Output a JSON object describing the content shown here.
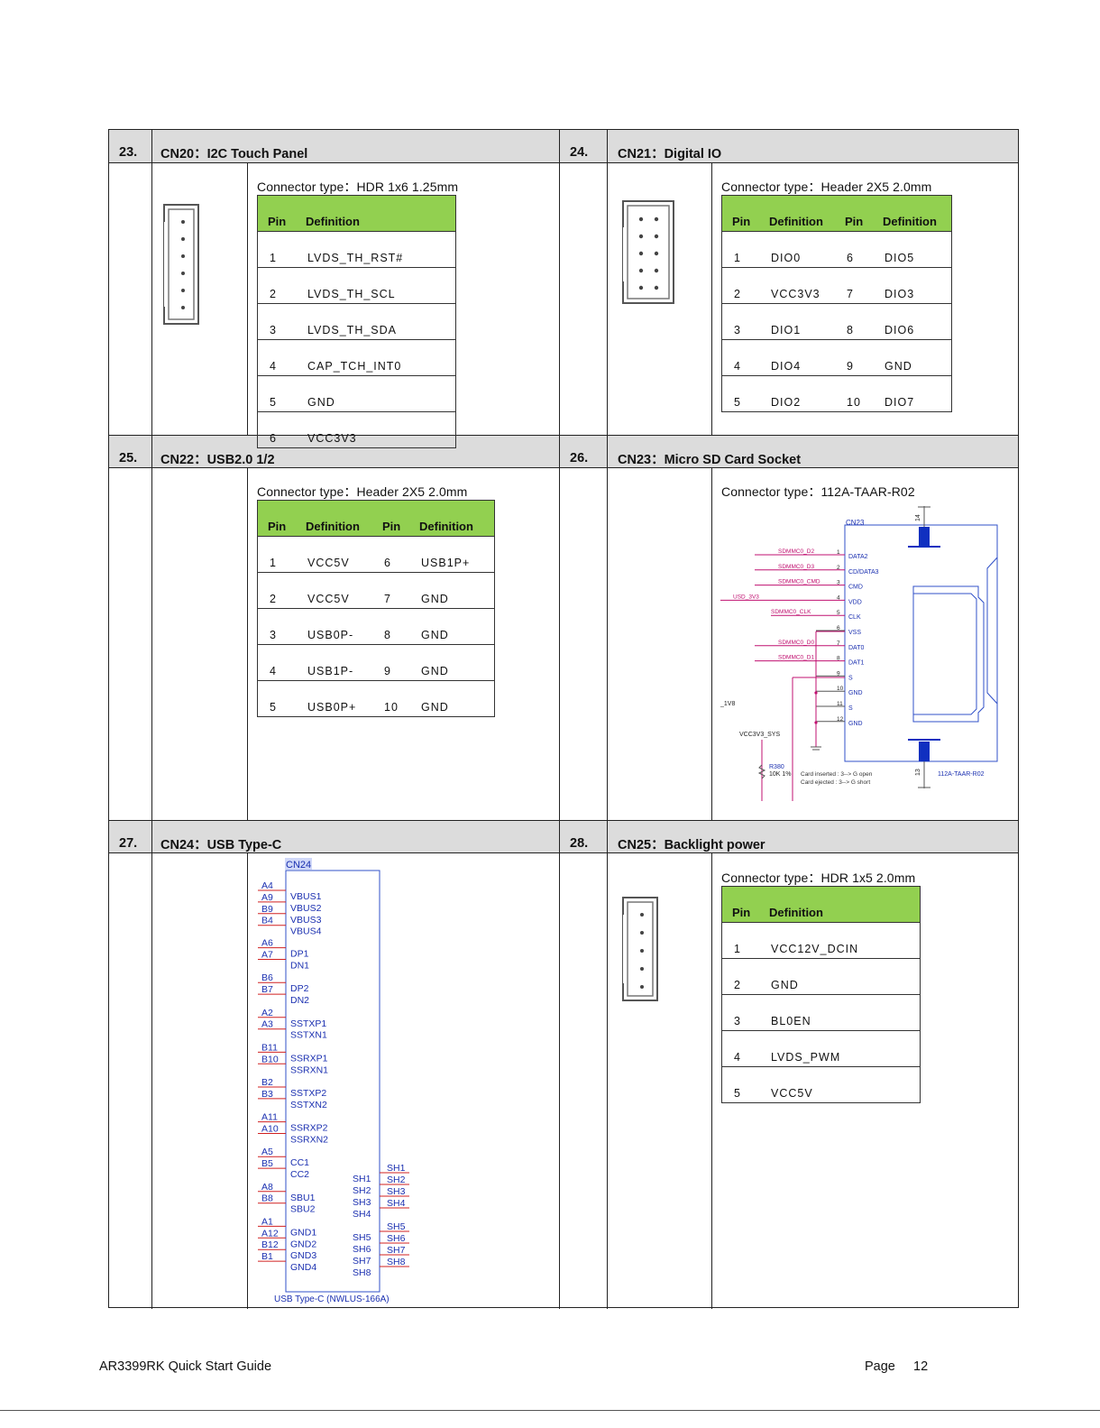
{
  "sections": [
    {
      "num": "23.",
      "title": "CN20：I2C Touch Panel",
      "connector": "Connector type：HDR 1x6 1.25mm",
      "headers": [
        "Pin",
        "Definition"
      ],
      "rows": [
        [
          "1",
          "LVDS_TH_RST#"
        ],
        [
          "2",
          "LVDS_TH_SCL"
        ],
        [
          "3",
          "LVDS_TH_SDA"
        ],
        [
          "4",
          "CAP_TCH_INT0"
        ],
        [
          "5",
          "GND"
        ],
        [
          "6",
          "VCC3V3"
        ]
      ]
    },
    {
      "num": "24.",
      "title": "CN21：Digital IO",
      "connector": "Connector type：Header 2X5 2.0mm",
      "headers": [
        "Pin",
        "Definition",
        "Pin",
        "Definition"
      ],
      "rows": [
        [
          "1",
          "DIO0",
          "6",
          "DIO5"
        ],
        [
          "2",
          "VCC3V3",
          "7",
          "DIO3"
        ],
        [
          "3",
          "DIO1",
          "8",
          "DIO6"
        ],
        [
          "4",
          "DIO4",
          "9",
          "GND"
        ],
        [
          "5",
          "DIO2",
          "10",
          "DIO7"
        ]
      ]
    },
    {
      "num": "25.",
      "title": "CN22：USB2.0 1/2",
      "connector": "Connector type：Header 2X5 2.0mm",
      "headers": [
        "Pin",
        "Definition",
        "Pin",
        "Definition"
      ],
      "rows": [
        [
          "1",
          "VCC5V",
          "6",
          "USB1P+"
        ],
        [
          "2",
          "VCC5V",
          "7",
          "GND"
        ],
        [
          "3",
          "USB0P-",
          "8",
          "GND"
        ],
        [
          "4",
          "USB1P-",
          "9",
          "GND"
        ],
        [
          "5",
          "USB0P+",
          "10",
          "GND"
        ]
      ]
    },
    {
      "num": "26.",
      "title": "CN23：Micro SD Card Socket",
      "connector": "Connector type：112A-TAAR-R02"
    },
    {
      "num": "27.",
      "title": "CN24：USB Type-C"
    },
    {
      "num": "28.",
      "title": "CN25：Backlight power",
      "connector": "Connector type：HDR 1x5 2.0mm",
      "headers": [
        "Pin",
        "Definition"
      ],
      "rows": [
        [
          "1",
          "VCC12V_DCIN"
        ],
        [
          "2",
          "GND"
        ],
        [
          "3",
          "BL0EN"
        ],
        [
          "4",
          "LVDS_PWM"
        ],
        [
          "5",
          "VCC5V"
        ]
      ]
    }
  ],
  "sd_schematic": {
    "ref": "CN23",
    "part": "112A-TAAR-R02",
    "top_pin": "14",
    "bottom_pin": "13",
    "pins": [
      {
        "n": "1",
        "name": "DATA2",
        "net": "SDMMC0_D2"
      },
      {
        "n": "2",
        "name": "CD/DATA3",
        "net": "SDMMC0_D3"
      },
      {
        "n": "3",
        "name": "CMD",
        "net": "SDMMC0_CMD"
      },
      {
        "n": "4",
        "name": "VDD",
        "net": "USD_3V3"
      },
      {
        "n": "5",
        "name": "CLK",
        "net": "SDMMC0_CLK"
      },
      {
        "n": "6",
        "name": "VSS",
        "net": ""
      },
      {
        "n": "7",
        "name": "DAT0",
        "net": "SDMMC0_D0"
      },
      {
        "n": "8",
        "name": "DAT1",
        "net": "SDMMC0_D1"
      },
      {
        "n": "9",
        "name": "S",
        "net": ""
      },
      {
        "n": "10",
        "name": "GND",
        "net": ""
      },
      {
        "n": "11",
        "name": "S",
        "net": ""
      },
      {
        "n": "12",
        "name": "GND",
        "net": ""
      }
    ],
    "left_label": "_1V8",
    "vcc_label": "VCC3V3_SYS",
    "res_ref": "R380",
    "res_val": "10K 1%",
    "note1": "Card inserted : 3--> G open",
    "note2": "Card ejected : 3--> G short"
  },
  "usbc_schematic": {
    "ref": "CN24",
    "part": "USB Type-C (NWLUS-166A)",
    "groups": [
      [
        [
          "A4",
          "VBUS1"
        ],
        [
          "A9",
          "VBUS2"
        ],
        [
          "B9",
          "VBUS3"
        ],
        [
          "B4",
          "VBUS4"
        ]
      ],
      [
        [
          "A6",
          "DP1"
        ],
        [
          "A7",
          "DN1"
        ]
      ],
      [
        [
          "B6",
          "DP2"
        ],
        [
          "B7",
          "DN2"
        ]
      ],
      [
        [
          "A2",
          "SSTXP1"
        ],
        [
          "A3",
          "SSTXN1"
        ]
      ],
      [
        [
          "B11",
          "SSRXP1"
        ],
        [
          "B10",
          "SSRXN1"
        ]
      ],
      [
        [
          "B2",
          "SSTXP2"
        ],
        [
          "B3",
          "SSTXN2"
        ]
      ],
      [
        [
          "A11",
          "SSRXP2"
        ],
        [
          "A10",
          "SSRXN2"
        ]
      ],
      [
        [
          "A5",
          "CC1"
        ],
        [
          "B5",
          "CC2"
        ]
      ],
      [
        [
          "A8",
          "SBU1"
        ],
        [
          "B8",
          "SBU2"
        ]
      ],
      [
        [
          "A1",
          "GND1"
        ],
        [
          "A12",
          "GND2"
        ],
        [
          "B12",
          "GND3"
        ],
        [
          "B1",
          "GND4"
        ]
      ]
    ],
    "shields_a": [
      [
        "SH1",
        "SH1"
      ],
      [
        "SH2",
        "SH2"
      ],
      [
        "SH3",
        "SH3"
      ],
      [
        "SH4",
        "SH4"
      ]
    ],
    "shields_b": [
      [
        "SH5",
        "SH5"
      ],
      [
        "SH6",
        "SH6"
      ],
      [
        "SH7",
        "SH7"
      ],
      [
        "SH8",
        "SH8"
      ]
    ]
  },
  "footer": {
    "left": "AR3399RK Quick Start Guide",
    "page_label": "Page",
    "page_num": "12"
  }
}
